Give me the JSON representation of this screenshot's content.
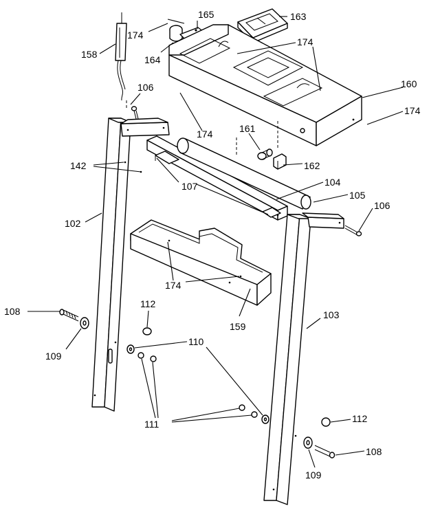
{
  "labels": {
    "l158": "158",
    "l174a": "174",
    "l165": "165",
    "l163": "163",
    "l164": "164",
    "l174b": "174",
    "l106a": "106",
    "l160": "160",
    "l174c": "174",
    "l174d": "174",
    "l161": "161",
    "l142": "142",
    "l162": "162",
    "l107": "107",
    "l104": "104",
    "l105": "105",
    "l106b": "106",
    "l102": "102",
    "l174e": "174",
    "l108a": "108",
    "l112a": "112",
    "l103": "103",
    "l159": "159",
    "l109a": "109",
    "l110": "110",
    "l111": "111",
    "l112b": "112",
    "l108b": "108",
    "l109b": "109"
  }
}
